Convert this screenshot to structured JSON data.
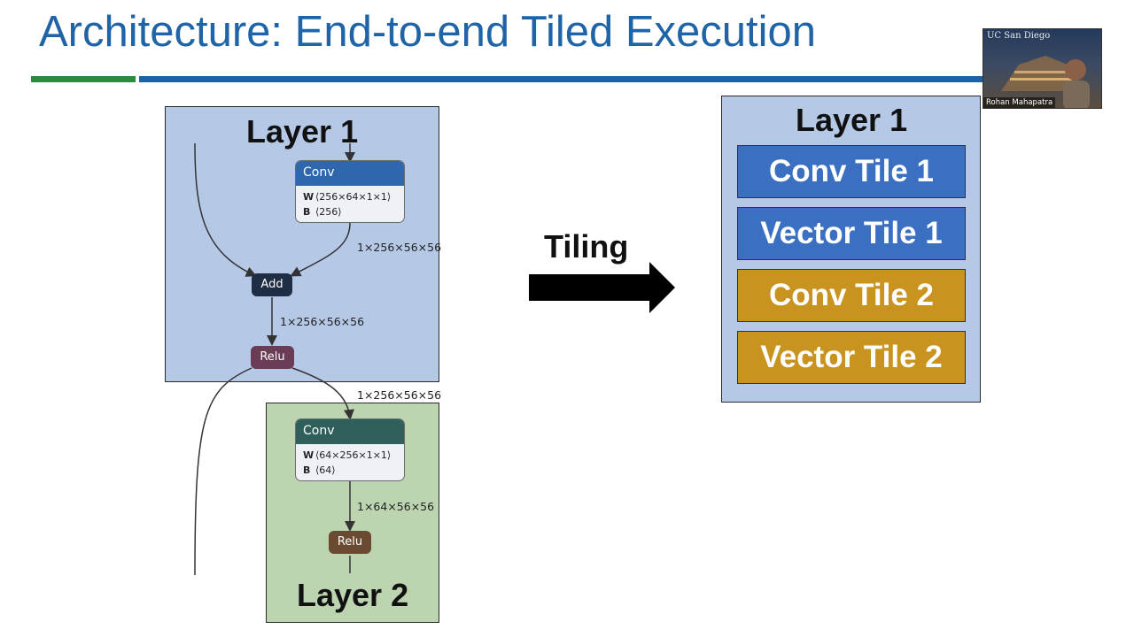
{
  "slide": {
    "title": "Architecture: End-to-end Tiled Execution"
  },
  "left_graph": {
    "layer1": {
      "title": "Layer 1",
      "conv_node": {
        "op": "Conv",
        "w_key": "W",
        "w_value": "⟨256×64×1×1⟩",
        "b_key": "B",
        "b_value": "⟨256⟩"
      },
      "conv_out_shape": "1×256×56×56",
      "add_node": "Add",
      "add_out_shape": "1×256×56×56",
      "relu_node": "Relu"
    },
    "relu_out_shape": "1×256×56×56",
    "layer2": {
      "title": "Layer 2",
      "conv_node": {
        "op": "Conv",
        "w_key": "W",
        "w_value": "⟨64×256×1×1⟩",
        "b_key": "B",
        "b_value": "⟨64⟩"
      },
      "conv_out_shape": "1×64×56×56",
      "relu_node": "Relu"
    }
  },
  "tiling": {
    "label": "Tiling"
  },
  "tiled_layer": {
    "title": "Layer 1",
    "tiles": [
      {
        "label": "Conv Tile 1",
        "color": "#3a6fc2"
      },
      {
        "label": "Vector Tile 1",
        "color": "#3a6fc2"
      },
      {
        "label": "Conv Tile 2",
        "color": "#c9931f"
      },
      {
        "label": "Vector Tile 2",
        "color": "#c9931f"
      }
    ]
  },
  "webcam": {
    "brand": "UC San Diego",
    "speaker_name": "Rohan Mahapatra"
  },
  "colors": {
    "title_blue": "#1f64a6",
    "rule_green": "#2b8a3e",
    "rule_blue": "#1b64a8",
    "layer1_bg": "#b5c9e6",
    "layer2_bg": "#bcd5b0",
    "conv1_head": "#2e67ad",
    "conv2_head": "#2f5f5a",
    "add_node": "#1f2e44",
    "relu1_node": "#6b3c55",
    "relu2_node": "#6a4a30"
  }
}
